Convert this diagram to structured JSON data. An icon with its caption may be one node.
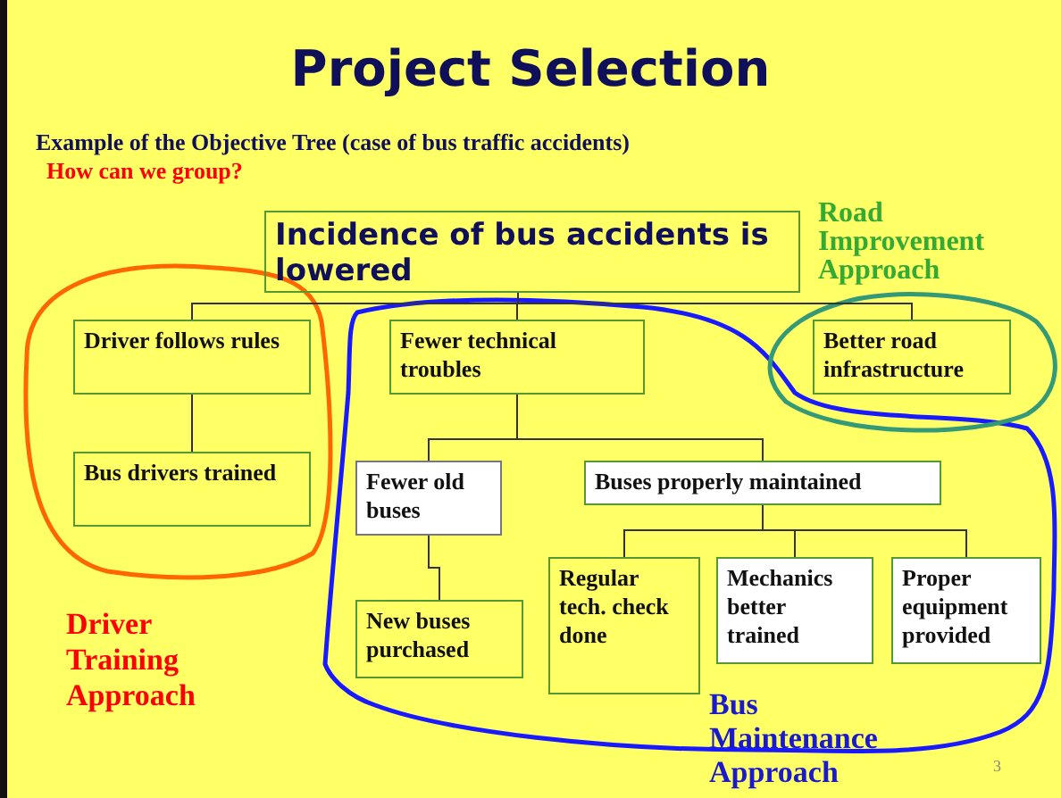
{
  "diagram": {
    "title": "Project Selection",
    "nodes": [
      {
        "text": [
          "Incidence of bus accidents is lowered"
        ]
      },
      {
        "text": [
          "Driver follows rules"
        ]
      },
      {
        "text": [
          "Bus drivers trained"
        ]
      },
      {
        "text": [
          "Fewer technical troubles"
        ]
      },
      {
        "text": [
          "Better road infrastructure"
        ]
      },
      {
        "text": [
          "Fewer old buses"
        ]
      },
      {
        "text": [
          "Buses properly maintained"
        ]
      },
      {
        "text": [
          "New buses purchased"
        ]
      },
      {
        "text": [
          "Regular tech. check done"
        ]
      },
      {
        "text": [
          "Mechanics better trained"
        ]
      },
      {
        "text": [
          "Proper equipment provided"
        ]
      }
    ],
    "edges": [
      {
        "from": 0,
        "to": 1,
        "arrow": "none"
      },
      {
        "from": 0,
        "to": 3,
        "arrow": "none"
      },
      {
        "from": 0,
        "to": 4,
        "arrow": "none"
      },
      {
        "from": 1,
        "to": 2,
        "arrow": "none"
      },
      {
        "from": 3,
        "to": 5,
        "arrow": "none"
      },
      {
        "from": 3,
        "to": 6,
        "arrow": "none"
      },
      {
        "from": 5,
        "to": 7,
        "arrow": "none"
      },
      {
        "from": 6,
        "to": 8,
        "arrow": "none"
      },
      {
        "from": 6,
        "to": 9,
        "arrow": "none"
      },
      {
        "from": 6,
        "to": 10,
        "arrow": "none"
      }
    ],
    "labels": [
      "Example of the Objective Tree (case of bus traffic accidents)",
      "How can we group?",
      "Road Improvement Approach",
      "Driver Training Approach",
      "Bus Maintenance Approach",
      "3"
    ]
  }
}
